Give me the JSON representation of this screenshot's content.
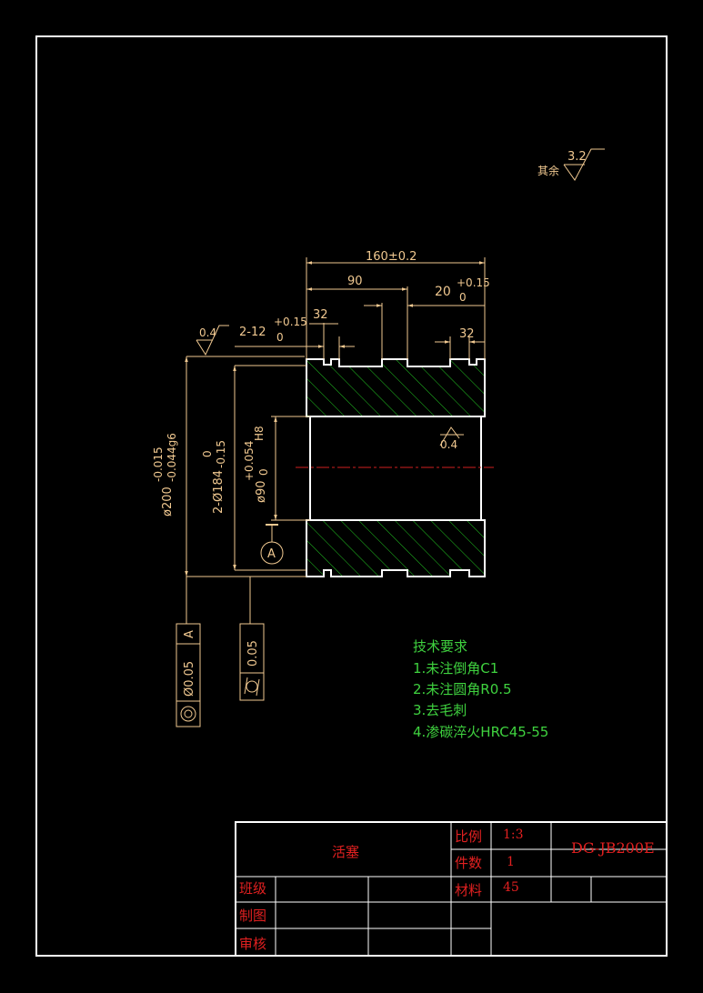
{
  "drawing": {
    "surface_finish": {
      "label": "其余",
      "value": "3.2"
    },
    "dimensions": {
      "overall_length": "160±0.2",
      "dist_90": "90",
      "groove_width_main": "20",
      "groove_width_tol_upper": "+0.15",
      "groove_width_tol_lower": "0",
      "groove_depth_left": "32",
      "groove_depth_right": "32",
      "groove_count_label": "2-12",
      "groove_count_tol_upper": "+0.15",
      "groove_count_tol_lower": "0",
      "outer_diameter": "ø200",
      "outer_diameter_tol_upper": "-0.015",
      "outer_diameter_tol_lower": "-0.044g6",
      "groove_diameter": "2-Ø184",
      "groove_diameter_tol_upper": "0",
      "groove_diameter_tol_lower": "-0.15",
      "bore_diameter": "ø90",
      "bore_diameter_tol_upper": "+0.054",
      "bore_diameter_tol_lower": "0",
      "bore_fit": "H8",
      "roughness_top": "0.4",
      "roughness_bore": "0.4",
      "datum": "A"
    },
    "tolerance_frames": {
      "concentricity": {
        "symbol": "◎",
        "value": "Ø0.05",
        "datum": "A"
      },
      "cylindricity": {
        "symbol": "⌭",
        "value": "0.05"
      }
    }
  },
  "technical_requirements": {
    "title": "技术要求",
    "items": [
      "1.未注倒角C1",
      "2.未注圆角R0.5",
      "3.去毛刺",
      "4.渗碳淬火HRC45-55"
    ]
  },
  "title_block": {
    "part_name": "活塞",
    "scale_label": "比例",
    "scale_value": "1:3",
    "qty_label": "件数",
    "qty_value": "1",
    "material_label": "材料",
    "material_value": "45",
    "drawing_no": "DG-JB200E",
    "class_label": "班级",
    "drawn_label": "制图",
    "checked_label": "审核"
  },
  "colors": {
    "background": "#000000",
    "frame": "#ffffff",
    "dimension": "#f0c890",
    "hatch": "#22c322",
    "notes": "#3fd23f",
    "title_text": "#e02020",
    "centerline": "#d02020"
  }
}
